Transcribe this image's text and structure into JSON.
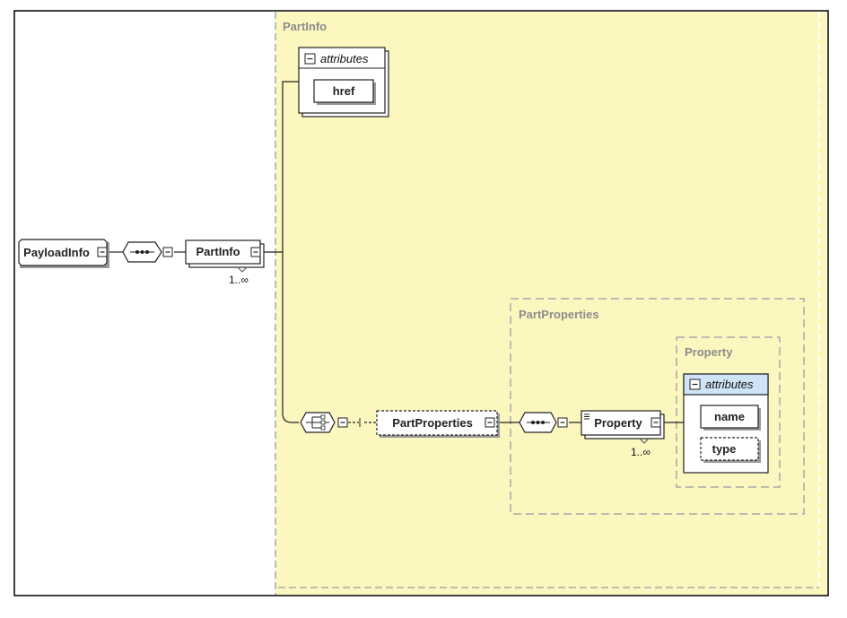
{
  "diagram": {
    "root": "PayloadInfo",
    "partinfo_group_title": "PartInfo",
    "partinfo_element": "PartInfo",
    "partinfo_occurrence": "1..∞",
    "partinfo_attributes_label": "attributes",
    "href_attribute": "href",
    "partproperties_group_title": "PartProperties",
    "partproperties_element": "PartProperties",
    "property_group_title": "Property",
    "property_element": "Property",
    "property_occurrence": "1..∞",
    "property_attributes_label": "attributes",
    "name_attribute": "name",
    "type_attribute": "type"
  },
  "colors": {
    "panel_fill": "#fcf6bf",
    "attributes_header_blue": "#cfe4f7",
    "dashed_border": "#a8a8a8"
  }
}
